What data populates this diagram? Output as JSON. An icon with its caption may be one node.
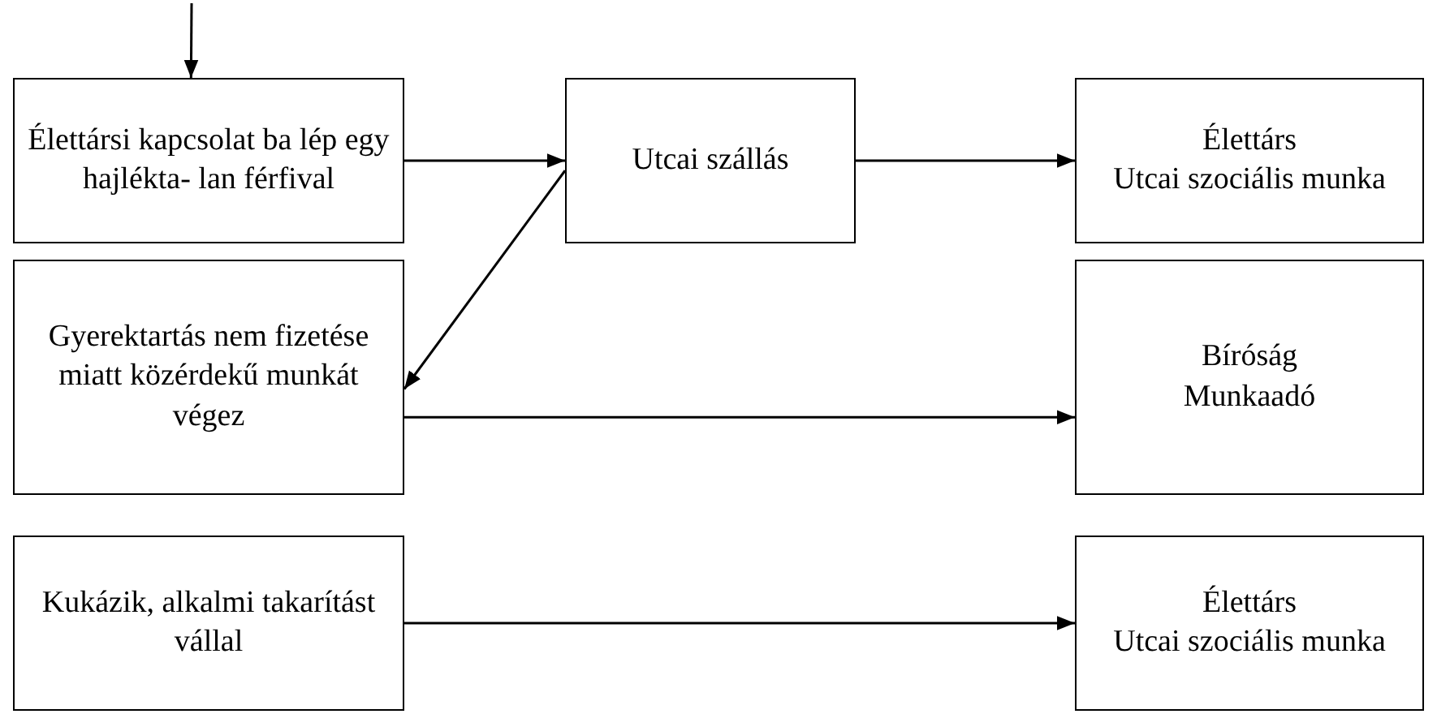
{
  "diagram": {
    "nodes": [
      {
        "text": [
          "Élettársi kapcsolat ba lép egy hajlékta- lan férfival"
        ]
      },
      {
        "text": [
          "Utcai szállás"
        ]
      },
      {
        "text": [
          "Élettárs",
          "Utcai szociális munka"
        ]
      },
      {
        "text": [
          "Gyerektartás nem fizetése miatt közérdekű munkát végez"
        ]
      },
      {
        "text": [
          "Bíróság",
          "Munkaadó"
        ]
      },
      {
        "text": [
          "Kukázik, alkalmi takarítást vállal"
        ]
      },
      {
        "text": [
          "Élettárs",
          "Utcai szociális munka"
        ]
      }
    ],
    "edges": [
      {
        "from": null,
        "to": 0,
        "arrow": "to"
      },
      {
        "from": 0,
        "to": 1,
        "arrow": "to"
      },
      {
        "from": 1,
        "to": 2,
        "arrow": "to"
      },
      {
        "from": 1,
        "to": 3,
        "arrow": "to"
      },
      {
        "from": 3,
        "to": 4,
        "arrow": "to"
      },
      {
        "from": 5,
        "to": 6,
        "arrow": "to"
      }
    ]
  }
}
